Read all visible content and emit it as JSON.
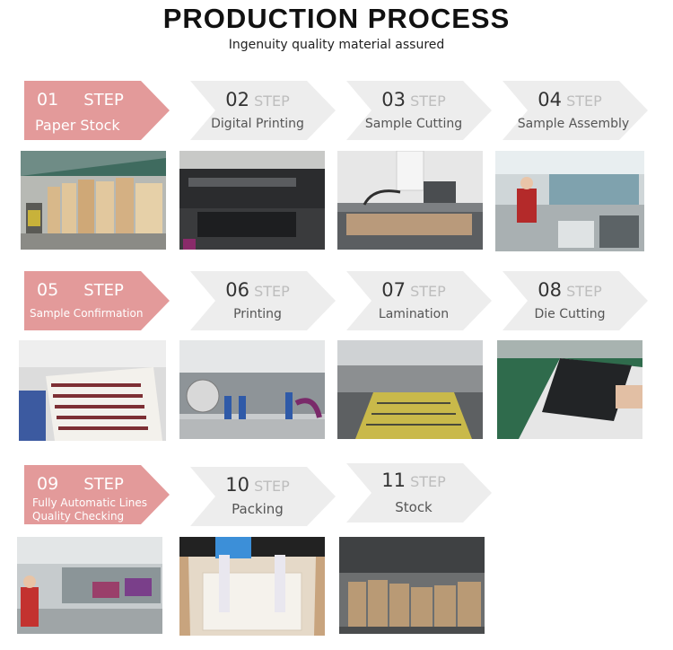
{
  "header": {
    "title": "PRODUCTION PROCESS",
    "subtitle": "Ingenuity quality material assured"
  },
  "colors": {
    "active_arrow": "#e39a9a",
    "inactive_arrow": "#ededed",
    "step_word_inactive": "#bdbdbd"
  },
  "steps": [
    {
      "num": "01",
      "step_word": "STEP",
      "label": "Paper Stock",
      "active": true
    },
    {
      "num": "02",
      "step_word": "STEP",
      "label": "Digital Printing",
      "active": false
    },
    {
      "num": "03",
      "step_word": "STEP",
      "label": "Sample Cutting",
      "active": false
    },
    {
      "num": "04",
      "step_word": "STEP",
      "label": "Sample Assembly",
      "active": false
    },
    {
      "num": "05",
      "step_word": "STEP",
      "label": "Sample Confirmation",
      "active": true
    },
    {
      "num": "06",
      "step_word": "STEP",
      "label": "Printing",
      "active": false
    },
    {
      "num": "07",
      "step_word": "STEP",
      "label": "Lamination",
      "active": false
    },
    {
      "num": "08",
      "step_word": "STEP",
      "label": "Die Cutting",
      "active": false
    },
    {
      "num": "09",
      "step_word": "STEP",
      "label_line1": "Fully Automatic Lines",
      "label_line2": "Quality Checking",
      "active": true
    },
    {
      "num": "10",
      "step_word": "STEP",
      "label": "Packing",
      "active": false
    },
    {
      "num": "11",
      "step_word": "STEP",
      "label": "Stock",
      "active": false
    }
  ]
}
